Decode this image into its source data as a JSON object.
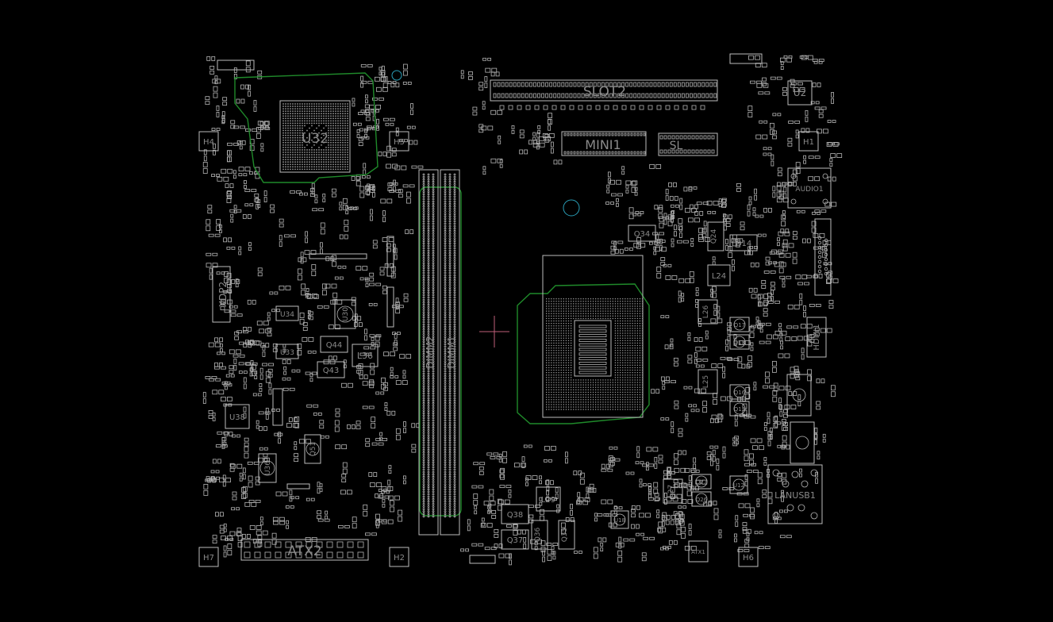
{
  "board": {
    "background": "#000000",
    "silkscreen_color": "#bdbdbd",
    "label_color": "#8a8a8a",
    "keepout_color": "#1f8a2a",
    "via_color": "#2a9fb8",
    "cursor_color": "#c0607a"
  },
  "labels": {
    "slot2": "SLOT2",
    "u32": "U32",
    "mini1": "MINI1",
    "sl": "SL",
    "u2": "U2",
    "h4": "H4",
    "h5": "H5",
    "h1": "H1",
    "audio": "AUDIO1",
    "xdp2": "XDP2",
    "q34": "Q34",
    "q24": "Q24",
    "q14": "Q14",
    "l24": "L24",
    "l26": "L26",
    "u34": "U34",
    "u30": "U30",
    "q44": "Q44",
    "u33": "U33",
    "l36": "L36",
    "q43": "Q43",
    "dimm2": "DIMM2",
    "dimm1": "DIMM1",
    "q17": "Q17",
    "q18": "Q18",
    "hdmi1": "HDMI1",
    "l25": "L25",
    "q16": "Q16",
    "q15": "Q15",
    "u38": "U38",
    "q51": "Q51",
    "u36": "U36",
    "q38": "Q38",
    "l29": "L29",
    "q37": "Q37",
    "q36": "Q36",
    "q35": "Q35",
    "u18": "U18",
    "l27": "L27",
    "q27": "Q27",
    "q26": "Q26",
    "u12": "U12",
    "lan": "LANUSB1",
    "atx2": "ATX2",
    "h7": "H7",
    "h2": "H2",
    "h6": "H6",
    "atx1": "ATX1"
  }
}
